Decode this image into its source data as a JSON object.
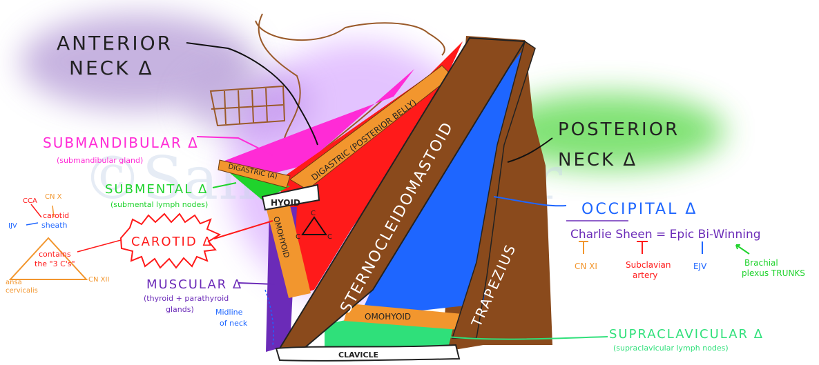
{
  "watermark": "©Samir Parmar",
  "colors": {
    "purple_glow": "#b49ad6",
    "green_glow": "#4cd63a",
    "magenta": "#ff2bd6",
    "red": "#ff1a1a",
    "blue": "#1e66ff",
    "brown": "#8a4a1c",
    "orange": "#f2962e",
    "green": "#1fd32c",
    "violet": "#6b2bb8",
    "lime": "#2fe07a",
    "cyan_glow": "#56d7ff"
  },
  "regions": {
    "anterior": {
      "line1": "ANTERIOR",
      "line2": "NECK Δ"
    },
    "posterior": {
      "line1": "POSTERIOR",
      "line2": "NECK Δ"
    },
    "submandibular": {
      "title": "SUBMANDIBULAR Δ",
      "note": "(submandibular gland)"
    },
    "submental": {
      "title": "SUBMENTAL Δ",
      "note": "(submental lymph nodes)"
    },
    "carotid": {
      "title": "CAROTID Δ"
    },
    "muscular": {
      "title": "MUSCULAR Δ",
      "note1": "(thyroid + parathyroid",
      "note2": "glands)"
    },
    "occipital": {
      "title": "OCCIPITAL Δ"
    },
    "supraclavicular": {
      "title": "SUPRACLAVICULAR Δ",
      "note": "(supraclavicular lymph nodes)"
    }
  },
  "muscles": {
    "scm": "STERNOCLEIDOMASTOID",
    "trapezius": "TRAPEZIUS",
    "digastric_posterior": "DIGASTRIC (POSTERIOR BELLY)",
    "digastric_anterior": "DIGASTRIC (A)",
    "hyoid": "HYOID",
    "omohyoid_upper": "OMOHYOID",
    "omohyoid_lower": "OMOHYOID",
    "clavicle": "CLAVICLE"
  },
  "carotid_sheath": {
    "triangle_c": "C",
    "cca": "CCA",
    "cn10": "CN X",
    "ijv": "IJV",
    "sheath_line1": "carotid",
    "sheath_line2": "sheath",
    "contains1": "contains",
    "contains2": "the \"3 C's\"",
    "cn12": "CN XII",
    "ansa1": "ansa",
    "ansa2": "cervicalis"
  },
  "midline": {
    "line1": "Midline",
    "line2": "of neck"
  },
  "mnemonic": {
    "sentence": "Charlie Sheen = Epic Bi-Winning",
    "cn11": "CN XI",
    "subclavian1": "Subclavian",
    "subclavian2": "artery",
    "ejv": "EJV",
    "brachial1": "Brachial",
    "brachial2": "plexus TRUNKS"
  }
}
